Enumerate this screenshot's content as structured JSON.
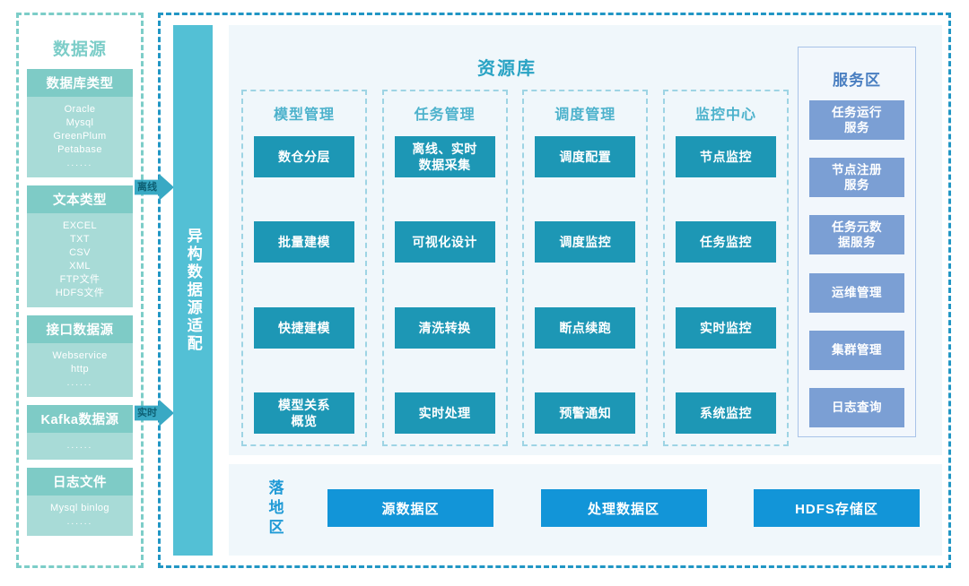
{
  "datasource": {
    "title": "数据源",
    "cards": [
      {
        "head": "数据库类型",
        "items": [
          "Oracle",
          "Mysql",
          "GreenPlum",
          "Petabase"
        ],
        "dots": "......"
      },
      {
        "head": "文本类型",
        "items": [
          "EXCEL",
          "TXT",
          "CSV",
          "XML",
          "FTP文件",
          "HDFS文件"
        ],
        "dots": ""
      },
      {
        "head": "接口数据源",
        "items": [
          "Webservice",
          "http"
        ],
        "dots": "......"
      },
      {
        "head": "Kafka数据源",
        "items": [],
        "dots": "......"
      },
      {
        "head": "日志文件",
        "items": [
          "Mysql binlog"
        ],
        "dots": "......"
      }
    ]
  },
  "arrows": {
    "offline": "离线",
    "realtime": "实时"
  },
  "adapter": {
    "label": "异构数据源适配"
  },
  "repository": {
    "title": "资源库",
    "groups": [
      {
        "title": "模型管理",
        "items": [
          "数仓分层",
          "批量建模",
          "快捷建模",
          "模型关系\n概览"
        ]
      },
      {
        "title": "任务管理",
        "items": [
          "离线、实时\n数据采集",
          "可视化设计",
          "清洗转换",
          "实时处理"
        ]
      },
      {
        "title": "调度管理",
        "items": [
          "调度配置",
          "调度监控",
          "断点续跑",
          "预警通知"
        ]
      },
      {
        "title": "监控中心",
        "items": [
          "节点监控",
          "任务监控",
          "实时监控",
          "系统监控"
        ]
      }
    ]
  },
  "service_area": {
    "title": "服务区",
    "items": [
      "任务运行\n服务",
      "节点注册\n服务",
      "任务元数\n据服务",
      "运维管理",
      "集群管理",
      "日志查询"
    ]
  },
  "landing_zone": {
    "label": "落地区",
    "chips": [
      "源数据区",
      "处理数据区",
      "HDFS存储区"
    ]
  },
  "colors": {
    "teal_light": "#7ccdc8",
    "teal_mid": "#53c0d5",
    "teal_dark": "#1d97b5",
    "blue_border": "#2196c4",
    "service_blue": "#7b9fd4",
    "landing_blue": "#1295d8",
    "panel_bg": "#f0f7fb"
  }
}
